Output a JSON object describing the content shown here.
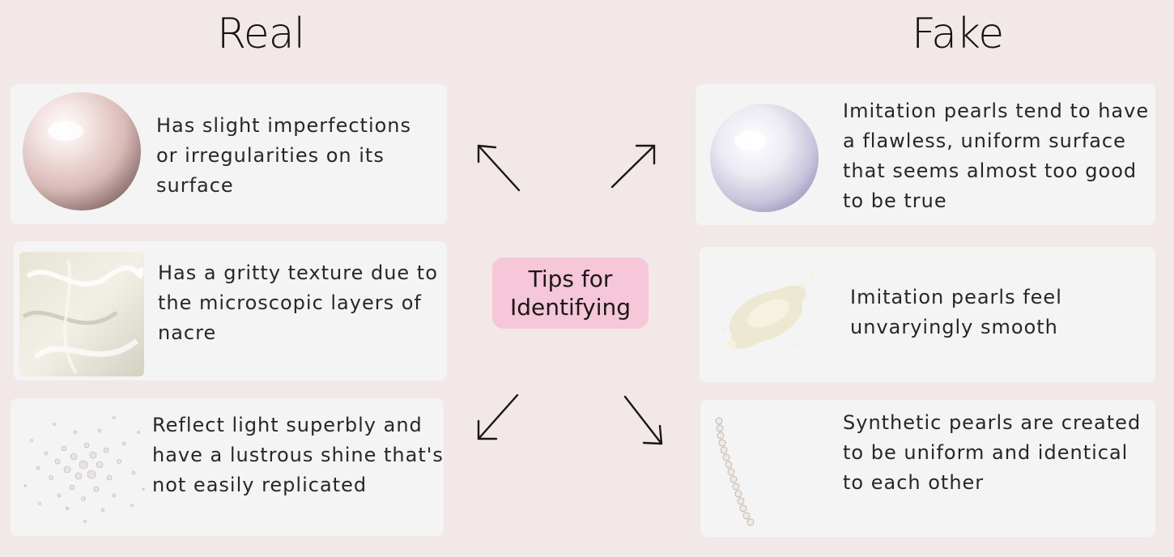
{
  "headings": {
    "real": "Real",
    "fake": "Fake"
  },
  "center": {
    "line1": "Tips for",
    "line2": "Identifying"
  },
  "real": [
    {
      "text": "Has slight imperfections or irregularities on its surface",
      "icon": "pearl-sphere-icon"
    },
    {
      "text": "Has a gritty texture due to the microscopic layers of nacre",
      "icon": "nacre-texture-icon"
    },
    {
      "text": "Reflect light superbly and have a lustrous shine that's not easily replicated",
      "icon": "scattered-pearls-icon"
    }
  ],
  "fake": [
    {
      "text": "Imitation pearls tend to have a flawless, uniform surface that seems almost too good to be true",
      "icon": "smooth-pearl-icon"
    },
    {
      "text": "Imitation pearls feel unvaryingly smooth",
      "icon": "powder-icon"
    },
    {
      "text": "Synthetic pearls are created to be uniform and identical to each other",
      "icon": "pearl-strand-icon"
    }
  ],
  "colors": {
    "background": "#f1e8e7",
    "card": "#f4f4f4",
    "tips": "#f6c6d9"
  }
}
